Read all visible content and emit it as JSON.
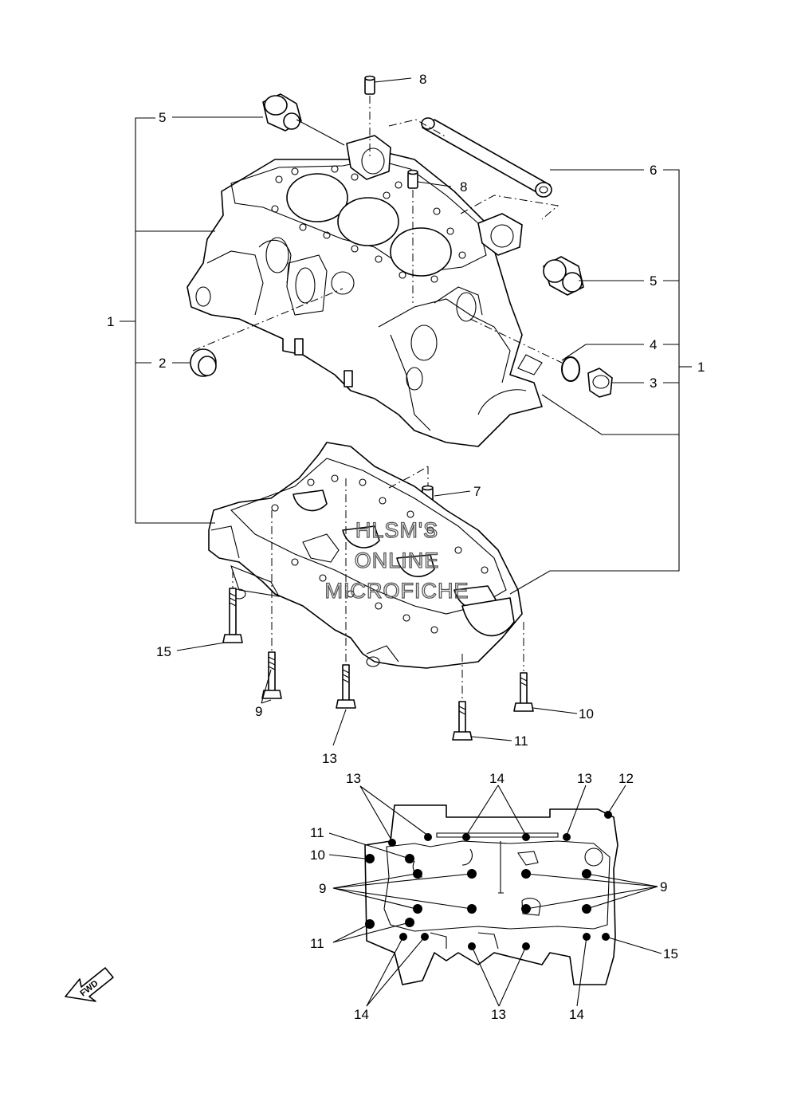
{
  "callouts": {
    "c1_left": "1",
    "c1_right": "1",
    "c2": "2",
    "c3": "3",
    "c4": "4",
    "c5_top": "5",
    "c5_right": "5",
    "c6": "6",
    "c7": "7",
    "c8_top": "8",
    "c8_mid": "8",
    "c9": "9",
    "c10": "10",
    "c11": "11",
    "c13": "13",
    "c15": "15"
  },
  "inset_callouts": {
    "c13_left": "13",
    "c14_top": "14",
    "c13_top": "13",
    "c12": "12",
    "c11_top": "11",
    "c10": "10",
    "c9_left": "9",
    "c9_right": "9",
    "c11_bottom": "11",
    "c15": "15",
    "c14_bottom_left": "14",
    "c13_bottom": "13",
    "c14_bottom_right": "14"
  },
  "watermark": {
    "line1": "HLSM'S",
    "line2": "ONLINE",
    "line3": "MICROFICHE"
  },
  "fwd_label": "FWD",
  "icons": {
    "fwd": "fwd-arrow-icon"
  }
}
